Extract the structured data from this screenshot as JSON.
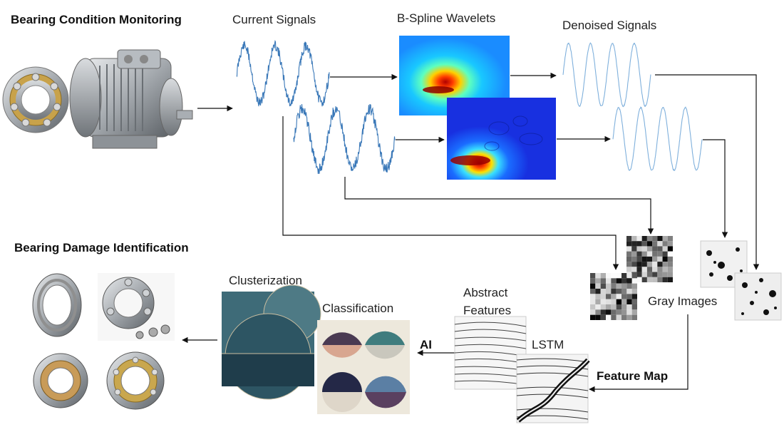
{
  "labels": {
    "bearing_condition_monitoring": "Bearing Condition Monitoring",
    "current_signals": "Current Signals",
    "bspline_wavelets": "B-Spline Wavelets",
    "denoised_signals": "Denoised Signals",
    "bearing_damage_identification": "Bearing Damage Identification",
    "clusterization": "Clusterization",
    "classification": "Classification",
    "abstract_features_line1": "Abstract",
    "abstract_features_line2": "Features",
    "lstm": "LSTM",
    "gray_images": "Gray Images",
    "ai": "AI",
    "feature_map": "Feature Map"
  },
  "colors": {
    "signal": "#3a78b8",
    "denoised": "#7fb0dc",
    "arrow": "#111111",
    "heat_bg": "#1f8fff",
    "heat_bg2": "#1e4dff",
    "cluster_dark": "#223f4e",
    "cluster_mid": "#3e6b78"
  }
}
